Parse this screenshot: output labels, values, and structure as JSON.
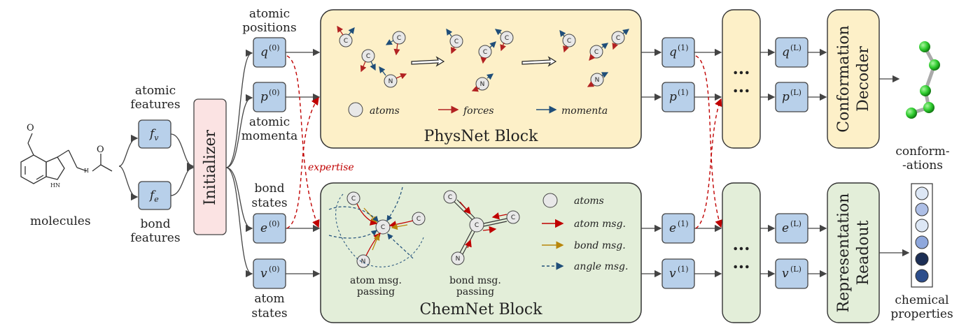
{
  "input": {
    "molecules_label": "molecules",
    "atomic_features_label": [
      "atomic",
      "features"
    ],
    "bond_features_label": [
      "bond",
      "features"
    ],
    "fv": "f",
    "fv_sub": "v",
    "fe": "f",
    "fe_sub": "e"
  },
  "initializer": {
    "label": "Initializer"
  },
  "states": {
    "q0": "q",
    "q0_sup": "(0)",
    "p0": "p",
    "p0_sup": "(0)",
    "e0": "e",
    "e0_sup": "(0)",
    "v0": "v",
    "v0_sup": "(0)",
    "atomic_positions_label": [
      "atomic",
      "positions"
    ],
    "atomic_momenta_label": [
      "atomic",
      "momenta"
    ],
    "bond_states_label": [
      "bond",
      "states"
    ],
    "atom_states_label": [
      "atom",
      "states"
    ]
  },
  "expertise_label": "expertise",
  "physnet": {
    "title": "PhysNet Block",
    "legend": {
      "atoms": "atoms",
      "forces": "forces",
      "momenta": "momenta"
    },
    "colors": {
      "fill": "#fdf0c8",
      "force": "#b22222",
      "momentum": "#1f4e79"
    }
  },
  "chemnet": {
    "title": "ChemNet Block",
    "legend": {
      "atoms": "atoms",
      "atom_msg": "atom msg.",
      "bond_msg": "bond msg.",
      "angle_msg": "angle msg."
    },
    "atom_msg_passing": [
      "atom msg.",
      "passing"
    ],
    "bond_msg_passing": [
      "bond msg.",
      "passing"
    ],
    "colors": {
      "fill": "#e3eed9",
      "atom_msg": "#c00000",
      "bond_msg": "#b8860b",
      "angle_msg": "#1f4e79"
    }
  },
  "layer1": {
    "q1": "q",
    "q1_sup": "(1)",
    "p1": "p",
    "p1_sup": "(1)",
    "e1": "e",
    "e1_sup": "(1)",
    "v1": "v",
    "v1_sup": "(1)"
  },
  "ellipsis": "...",
  "layerL": {
    "qL": "q",
    "qL_sup": "(L)",
    "pL": "p",
    "pL_sup": "(L)",
    "eL": "e",
    "eL_sup": "(L)",
    "vL": "v",
    "vL_sup": "(L)"
  },
  "decoder": {
    "label": [
      "Conformation",
      "Decoder"
    ]
  },
  "readout": {
    "label": [
      "Representation",
      "Readout"
    ]
  },
  "outputs": {
    "conformations_label": [
      "conform-",
      "-ations"
    ],
    "chemical_properties_label": [
      "chemical",
      "properties"
    ]
  },
  "atom_letters": {
    "carbon": "C",
    "nitrogen": "N"
  },
  "colors": {
    "state_box": "#b8d0ea",
    "init_box": "#fbe3e3",
    "dashed": "#c00000",
    "readout_box": "#e3eed9",
    "decoder_box": "#fdf0c8"
  }
}
